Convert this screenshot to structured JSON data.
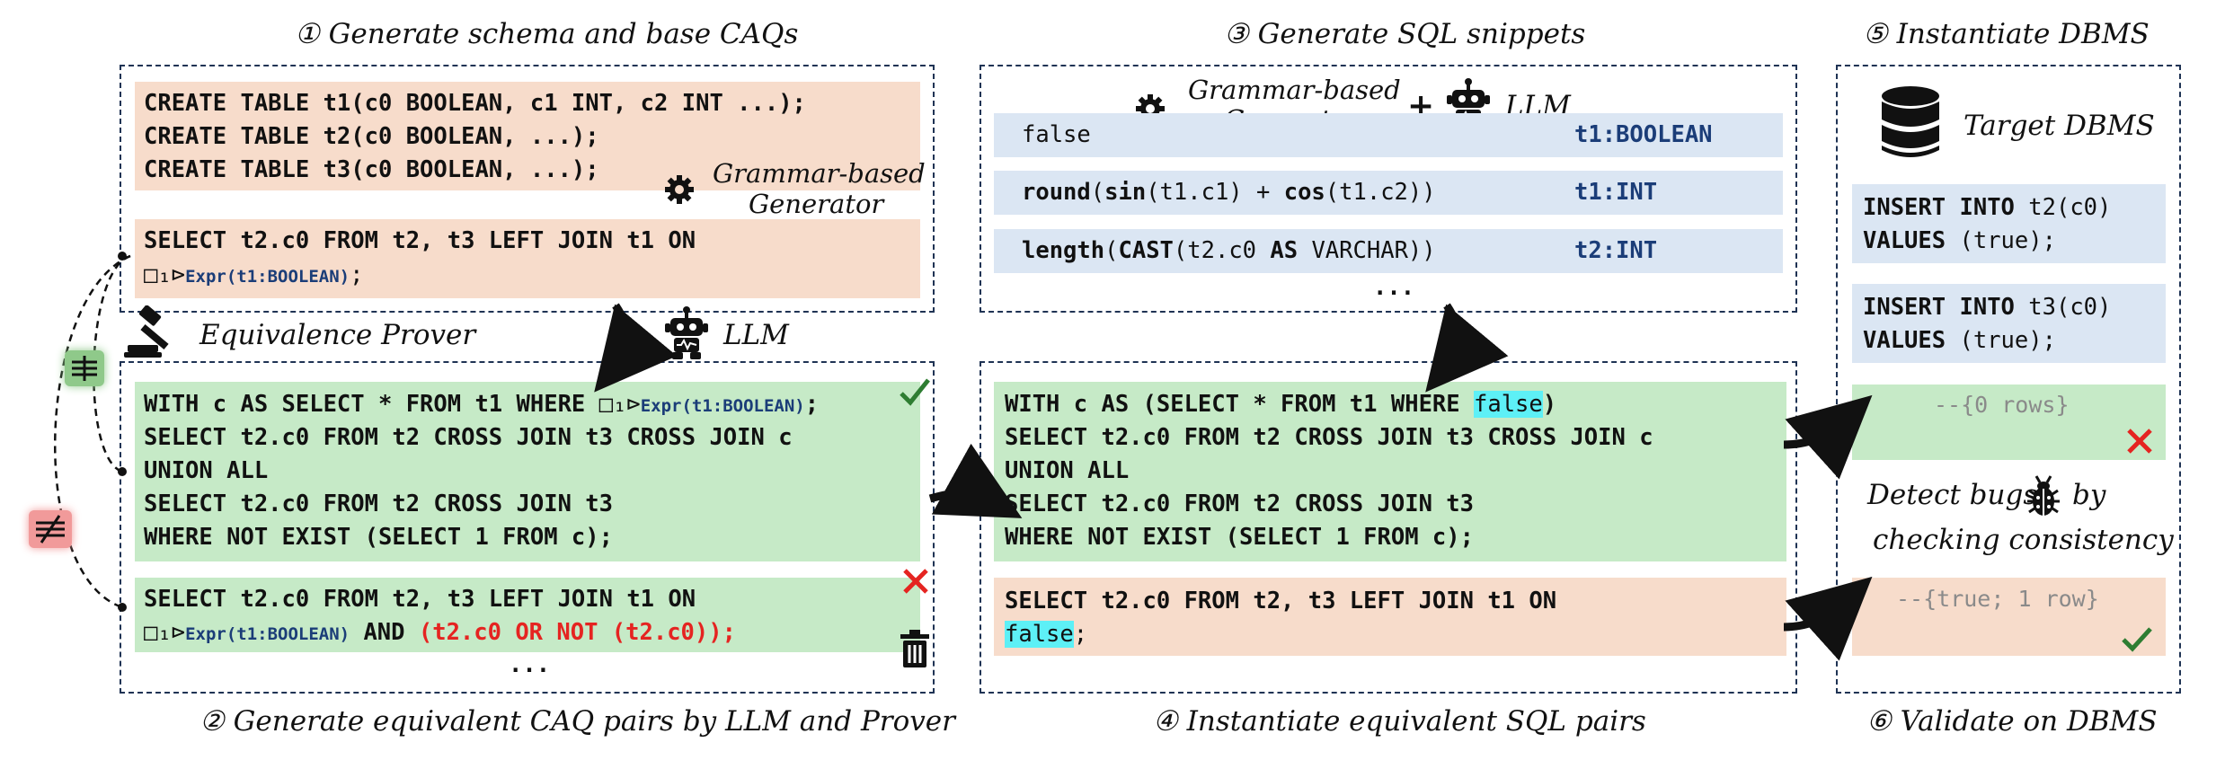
{
  "headers": {
    "s1": "① Generate schema and base CAQs",
    "s2": "② Generate equivalent CAQ pairs by LLM and Prover",
    "s3": "③ Generate SQL snippets",
    "s4": "④ Instantiate equivalent SQL pairs",
    "s5": "⑤ Instantiate DBMS",
    "s6": "⑥ Validate on DBMS"
  },
  "tools": {
    "grammar_gen_line1": "Grammar-based",
    "grammar_gen_line2": "Generator",
    "llm": "LLM",
    "prover": "Equivalence Prover",
    "target_dbms": "Target DBMS",
    "plus": "+"
  },
  "panel1": {
    "schema": [
      "CREATE TABLE t1(c0 BOOLEAN, c1 INT, c2 INT ...);",
      "CREATE TABLE t2(c0 BOOLEAN, ...);",
      "CREATE TABLE t3(c0 BOOLEAN, ...);"
    ],
    "base_line1": "SELECT t2.c0 FROM t2, t3 LEFT JOIN t1 ON",
    "base_hole": "□₁⊳",
    "base_expr": "Expr(t1:BOOLEAN)",
    "base_end": ";"
  },
  "panel2": {
    "eq_line1_pre": "WITH c AS SELECT * FROM t1 WHERE ",
    "eq_hole": "□₁⊳",
    "eq_expr": "Expr(t1:BOOLEAN)",
    "eq_line1_end": ";",
    "eq_lines": [
      "SELECT t2.c0 FROM t2 CROSS JOIN t3 CROSS JOIN c",
      "UNION ALL",
      "SELECT t2.c0 FROM t2 CROSS JOIN t3",
      "WHERE NOT EXIST (SELECT 1 FROM c);"
    ],
    "neq_line1": "SELECT t2.c0 FROM t2, t3 LEFT JOIN t1 ON",
    "neq_hole": "□₁⊳",
    "neq_expr": "Expr(t1:BOOLEAN)",
    "neq_and": " AND ",
    "neq_red": "(t2.c0 OR NOT (t2.c0));",
    "ellipsis": "..."
  },
  "panel3": {
    "snippets": [
      {
        "expr": "false",
        "type": "t1:BOOLEAN"
      },
      {
        "expr": "round(sin(t1.c1) + cos(t1.c2))",
        "type": "t1:INT"
      },
      {
        "expr": "length(CAST(t2.c0 AS VARCHAR))",
        "type": "t2:INT"
      }
    ],
    "ellipsis": "..."
  },
  "panel4": {
    "line1_pre": "WITH c AS (SELECT * FROM t1 WHERE ",
    "line1_hl": "false",
    "line1_end": ")",
    "lines": [
      "SELECT t2.c0 FROM t2 CROSS JOIN t3 CROSS JOIN c",
      "UNION ALL",
      "SELECT t2.c0 FROM t2 CROSS JOIN t3",
      "WHERE NOT EXIST (SELECT 1 FROM c);"
    ],
    "pair_line1": "SELECT t2.c0 FROM t2, t3 LEFT JOIN t1 ON",
    "pair_hl": "false",
    "pair_end": ";"
  },
  "panel5": {
    "insert1": [
      "INSERT INTO t2(c0)",
      "VALUES (true);"
    ],
    "insert2": [
      "INSERT INTO t3(c0)",
      "VALUES (true);"
    ],
    "result1": "--{0 rows}",
    "detect_line1_a": "Detect bugs",
    "detect_line1_b": "by",
    "detect_line2": "checking consistency",
    "result2": "--{true; 1 row}"
  },
  "colors": {
    "peach": "#f7dccb",
    "green": "#c6eac7",
    "blue": "#dbe6f3",
    "border": "#1f3354",
    "type_blue": "#1b3d78",
    "red": "#e52421",
    "highlight": "#5df0f6"
  }
}
